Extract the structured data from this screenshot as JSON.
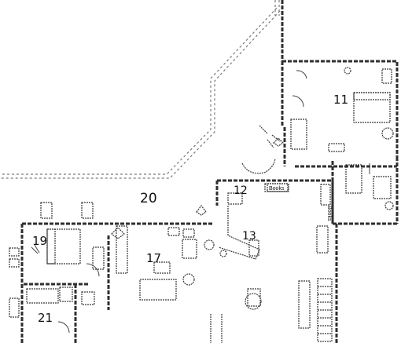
{
  "rooms": [
    {
      "id": "11",
      "label": "11"
    },
    {
      "id": "12",
      "label": "12"
    },
    {
      "id": "13",
      "label": "13"
    },
    {
      "id": "17",
      "label": "17"
    },
    {
      "id": "19",
      "label": "19"
    },
    {
      "id": "20",
      "label": "20"
    },
    {
      "id": "21",
      "label": "21"
    }
  ],
  "annotations": {
    "books_main": "Books",
    "books_side": "Books"
  }
}
